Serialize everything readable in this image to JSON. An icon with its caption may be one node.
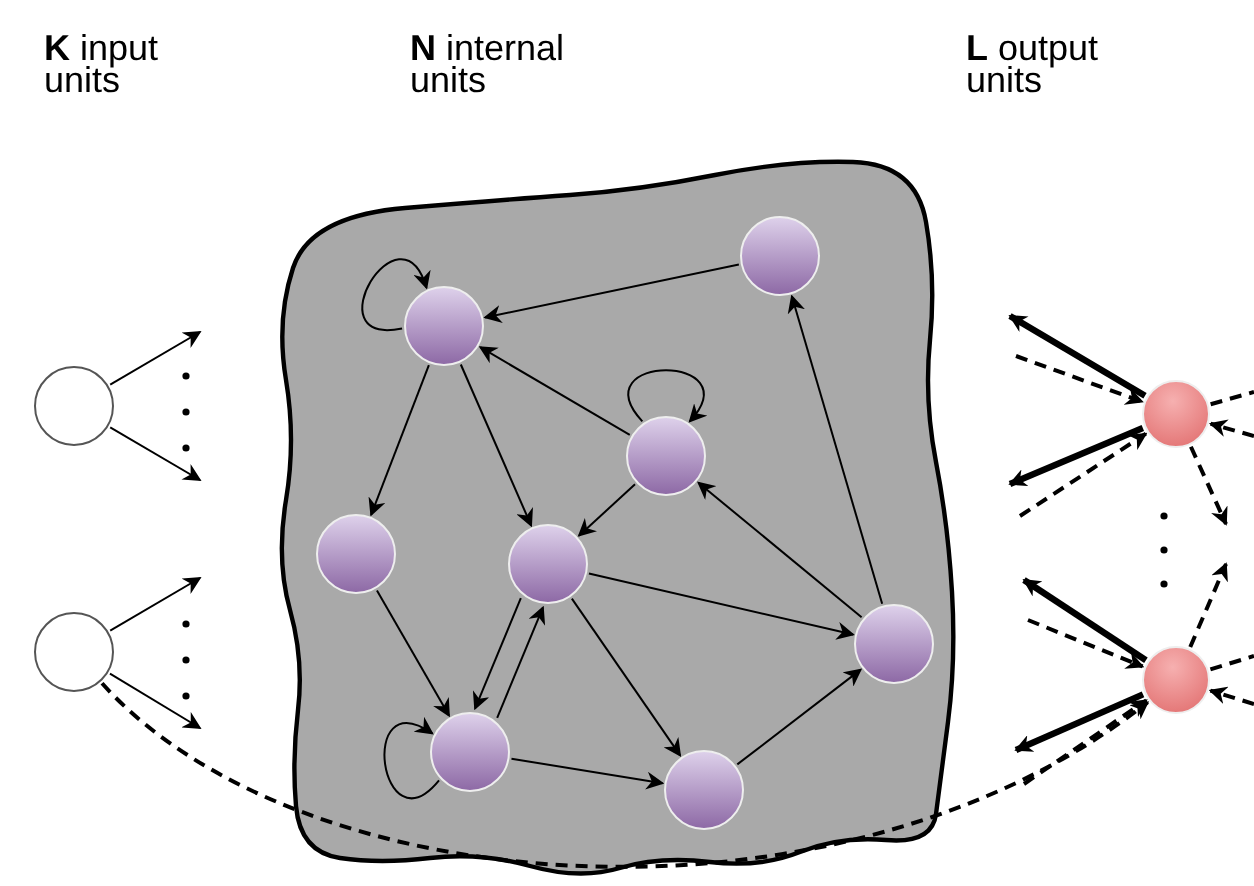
{
  "diagram": {
    "nodes": [
      {
        "text": [],
        "shape": "circle"
      },
      {
        "text": [],
        "shape": "circle"
      },
      {
        "text": [],
        "shape": "cloud"
      },
      {
        "text": [],
        "shape": "circle",
        "in": 2
      },
      {
        "text": [],
        "shape": "circle",
        "in": 2
      },
      {
        "text": [],
        "shape": "circle",
        "in": 2
      },
      {
        "text": [],
        "shape": "circle",
        "in": 2
      },
      {
        "text": [],
        "shape": "circle",
        "in": 2
      },
      {
        "text": [],
        "shape": "circle",
        "in": 2
      },
      {
        "text": [],
        "shape": "circle",
        "in": 2
      },
      {
        "text": [],
        "shape": "circle",
        "in": 2
      },
      {
        "text": [],
        "shape": "circle"
      },
      {
        "text": [],
        "shape": "circle"
      }
    ],
    "edges": [
      {
        "from": 0,
        "to": null,
        "arrow": "to"
      },
      {
        "from": 0,
        "to": null,
        "arrow": "to"
      },
      {
        "from": 1,
        "to": null,
        "arrow": "to"
      },
      {
        "from": 1,
        "to": null,
        "arrow": "to"
      },
      {
        "from": 1,
        "to": 12,
        "arrow": "to",
        "style": "dashed"
      },
      {
        "from": 4,
        "to": 3,
        "arrow": "to"
      },
      {
        "from": 3,
        "to": 3,
        "arrow": "to"
      },
      {
        "from": 3,
        "to": 6,
        "arrow": "to"
      },
      {
        "from": 3,
        "to": 7,
        "arrow": "to"
      },
      {
        "from": 5,
        "to": 3,
        "arrow": "to"
      },
      {
        "from": 5,
        "to": 5,
        "arrow": "to"
      },
      {
        "from": 5,
        "to": 7,
        "arrow": "to"
      },
      {
        "from": 8,
        "to": 5,
        "arrow": "to"
      },
      {
        "from": 8,
        "to": 4,
        "arrow": "to"
      },
      {
        "from": 7,
        "to": 8,
        "arrow": "to"
      },
      {
        "from": 6,
        "to": 9,
        "arrow": "to"
      },
      {
        "from": 9,
        "to": 7,
        "arrow": "to"
      },
      {
        "from": 7,
        "to": 9,
        "arrow": "to"
      },
      {
        "from": 7,
        "to": 10,
        "arrow": "to"
      },
      {
        "from": 9,
        "to": 10,
        "arrow": "to"
      },
      {
        "from": 10,
        "to": 8,
        "arrow": "to"
      },
      {
        "from": 9,
        "to": 9,
        "arrow": "to"
      },
      {
        "from": 11,
        "to": null,
        "arrow": "to",
        "style": "thick"
      },
      {
        "from": null,
        "to": 11,
        "arrow": "to",
        "style": "dashed"
      },
      {
        "from": 11,
        "to": null,
        "arrow": "to",
        "style": "thick"
      },
      {
        "from": null,
        "to": 11,
        "arrow": "to",
        "style": "dashed"
      },
      {
        "from": 12,
        "to": null,
        "arrow": "to",
        "style": "thick"
      },
      {
        "from": null,
        "to": 12,
        "arrow": "to",
        "style": "dashed"
      },
      {
        "from": 12,
        "to": null,
        "arrow": "to",
        "style": "thick"
      },
      {
        "from": null,
        "to": 12,
        "arrow": "to",
        "style": "dashed"
      },
      {
        "from": 11,
        "to": null,
        "arrow": "none",
        "style": "dashed"
      },
      {
        "from": null,
        "to": 11,
        "arrow": "to",
        "style": "dashed"
      },
      {
        "from": 11,
        "to": null,
        "arrow": "to",
        "style": "dashed"
      },
      {
        "from": 12,
        "to": null,
        "arrow": "to",
        "style": "dashed"
      },
      {
        "from": 12,
        "to": null,
        "arrow": "none",
        "style": "dashed"
      },
      {
        "from": null,
        "to": 12,
        "arrow": "to",
        "style": "dashed"
      }
    ],
    "labels": [
      "**K** input units",
      "**N** internal units",
      "**L** output units"
    ]
  }
}
